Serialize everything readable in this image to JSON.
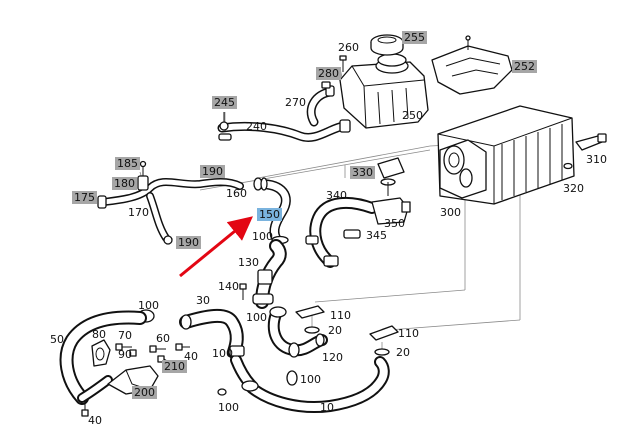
{
  "diagram": {
    "accent_color": "#e30613",
    "highlight_color": "#7ab3de",
    "shaded_label_color": "#a6a6a6",
    "callouts": [
      {
        "id": "c255",
        "text": "255",
        "style": "gray"
      },
      {
        "id": "c260",
        "text": "260",
        "style": "plain"
      },
      {
        "id": "c252",
        "text": "252",
        "style": "gray"
      },
      {
        "id": "c280",
        "text": "280",
        "style": "gray"
      },
      {
        "id": "c245",
        "text": "245",
        "style": "gray"
      },
      {
        "id": "c270",
        "text": "270",
        "style": "plain"
      },
      {
        "id": "c250",
        "text": "250",
        "style": "plain"
      },
      {
        "id": "c240",
        "text": "240",
        "style": "plain"
      },
      {
        "id": "c185",
        "text": "185",
        "style": "gray"
      },
      {
        "id": "c190a",
        "text": "190",
        "style": "gray"
      },
      {
        "id": "c180",
        "text": "180",
        "style": "gray"
      },
      {
        "id": "c160",
        "text": "160",
        "style": "plain"
      },
      {
        "id": "c175",
        "text": "175",
        "style": "gray"
      },
      {
        "id": "c170",
        "text": "170",
        "style": "plain"
      },
      {
        "id": "c150",
        "text": "150",
        "style": "highlight"
      },
      {
        "id": "c190b",
        "text": "190",
        "style": "gray"
      },
      {
        "id": "c100a",
        "text": "100",
        "style": "plain"
      },
      {
        "id": "c330",
        "text": "330",
        "style": "gray"
      },
      {
        "id": "c340",
        "text": "340",
        "style": "plain"
      },
      {
        "id": "c310",
        "text": "310",
        "style": "plain"
      },
      {
        "id": "c320",
        "text": "320",
        "style": "plain"
      },
      {
        "id": "c300",
        "text": "300",
        "style": "plain"
      },
      {
        "id": "c350",
        "text": "350",
        "style": "plain"
      },
      {
        "id": "c345",
        "text": "345",
        "style": "plain"
      },
      {
        "id": "c130",
        "text": "130",
        "style": "plain"
      },
      {
        "id": "c140",
        "text": "140",
        "style": "plain"
      },
      {
        "id": "c100b",
        "text": "100",
        "style": "plain"
      },
      {
        "id": "c30",
        "text": "30",
        "style": "plain"
      },
      {
        "id": "c100c",
        "text": "100",
        "style": "plain"
      },
      {
        "id": "c110a",
        "text": "110",
        "style": "plain"
      },
      {
        "id": "c20a",
        "text": "20",
        "style": "plain"
      },
      {
        "id": "c110b",
        "text": "110",
        "style": "plain"
      },
      {
        "id": "c20b",
        "text": "20",
        "style": "plain"
      },
      {
        "id": "c50",
        "text": "50",
        "style": "plain"
      },
      {
        "id": "c80",
        "text": "80",
        "style": "plain"
      },
      {
        "id": "c70",
        "text": "70",
        "style": "plain"
      },
      {
        "id": "c60",
        "text": "60",
        "style": "plain"
      },
      {
        "id": "c90",
        "text": "90",
        "style": "plain"
      },
      {
        "id": "c40a",
        "text": "40",
        "style": "plain"
      },
      {
        "id": "c210",
        "text": "210",
        "style": "gray"
      },
      {
        "id": "c120",
        "text": "120",
        "style": "plain"
      },
      {
        "id": "c100d",
        "text": "100",
        "style": "plain"
      },
      {
        "id": "c100e",
        "text": "100",
        "style": "plain"
      },
      {
        "id": "c200",
        "text": "200",
        "style": "gray"
      },
      {
        "id": "c40b",
        "text": "40",
        "style": "plain"
      },
      {
        "id": "c100f",
        "text": "100",
        "style": "plain"
      },
      {
        "id": "c10",
        "text": "10",
        "style": "plain"
      }
    ]
  }
}
